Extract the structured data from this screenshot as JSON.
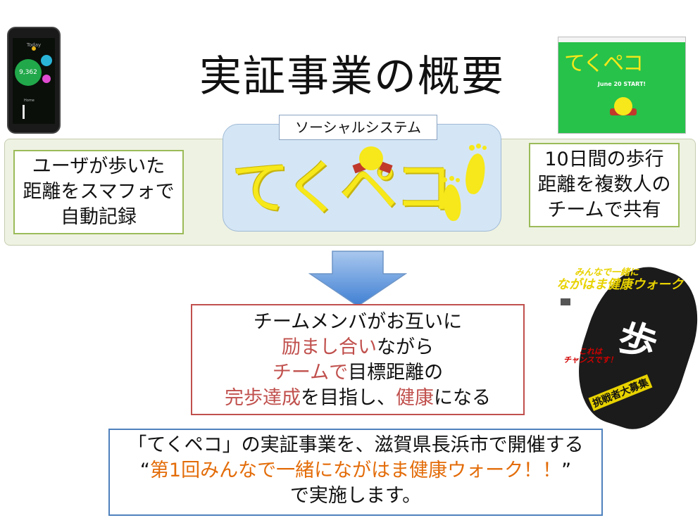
{
  "title": "実証事業の概要",
  "phone": {
    "header": "Today",
    "steps": "9,362",
    "home_label": "Home"
  },
  "website": {
    "logo": "てくペコ",
    "start_text": "June 20 START!"
  },
  "social_system": {
    "label": "ソーシャルシステム",
    "logo_text": "てくペコ"
  },
  "left_box": {
    "lines": [
      "ユーザが歩いた",
      "距離をスマフォで",
      "自動記録"
    ]
  },
  "right_box": {
    "lines": [
      "10日間の歩行",
      "距離を複数人の",
      "チームで共有"
    ]
  },
  "goal_box": {
    "line1": "チームメンバがお互いに",
    "line2_red": "励まし合い",
    "line2_rest": "ながら",
    "line3_red": "チームで",
    "line3_rest": "目標距離の",
    "line4_red1": "完歩達成",
    "line4_mid": "を目指し、",
    "line4_red2": "健康",
    "line4_end": "になる"
  },
  "poster": {
    "tagline": "みんなで一緒に",
    "event_title": "ながはま健康ウォーク",
    "walk_char": "歩",
    "chance_lines": [
      "これは",
      "チャンスです！"
    ],
    "recruit": "挑戦者大募集"
  },
  "summary_box": {
    "line1": "「てくペコ」の実証事業を、滋賀県長浜市で開催する",
    "quote_open": "“",
    "line2_orange": "第1回みんなで一緒にながはま健康ウォーク！！",
    "quote_close": "”",
    "line3": "で実施します。"
  },
  "colors": {
    "green_border": "#9bbb59",
    "red_border": "#c0504d",
    "blue_border": "#4f81bd",
    "orange_text": "#e36c09",
    "logo_yellow": "#f6e81a"
  }
}
